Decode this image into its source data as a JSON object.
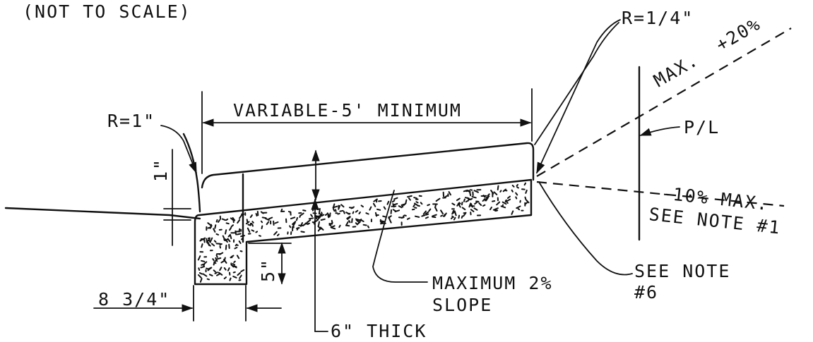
{
  "labels": {
    "scale_note": "(NOT TO SCALE)",
    "radius_top": "R=1/4\"",
    "radius_left": "R=1\"",
    "width_dim": "VARIABLE-5' MINIMUM",
    "max_up_a": "MAX.",
    "max_up_b": "+20%",
    "property_line": "P/L",
    "max_down_a": "-10% MAX.",
    "max_down_b": "SEE NOTE #1",
    "curb_rise": "1\"",
    "toe_depth": "5\"",
    "slope_a": "MAXIMUM 2%",
    "slope_b": "SLOPE",
    "note6_a": "SEE NOTE",
    "note6_b": "#6",
    "toe_width": "8 3/4\"",
    "thickness": "6\" THICK"
  }
}
